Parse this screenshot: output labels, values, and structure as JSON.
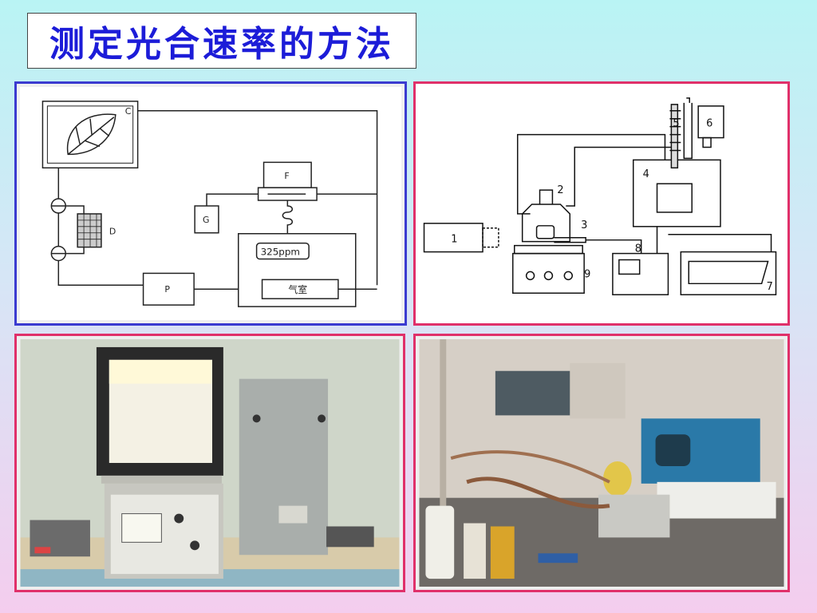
{
  "slide": {
    "title": "测定光合速率的方法"
  },
  "schematic": {
    "leaf_chamber_label": "C",
    "filter_label": "D",
    "analyzer_label": "F",
    "recorder_label": "G",
    "pump_label": "P",
    "concentration_label": "325ppm",
    "air_chamber_label": "气室"
  },
  "apparatus": {
    "labels": [
      "1",
      "2",
      "3",
      "4",
      "5",
      "6",
      "7",
      "8",
      "9"
    ]
  },
  "colors": {
    "title_text": "#1c1cd8",
    "frame_blue": "#3b3bd0",
    "frame_pink": "#e0306a"
  }
}
